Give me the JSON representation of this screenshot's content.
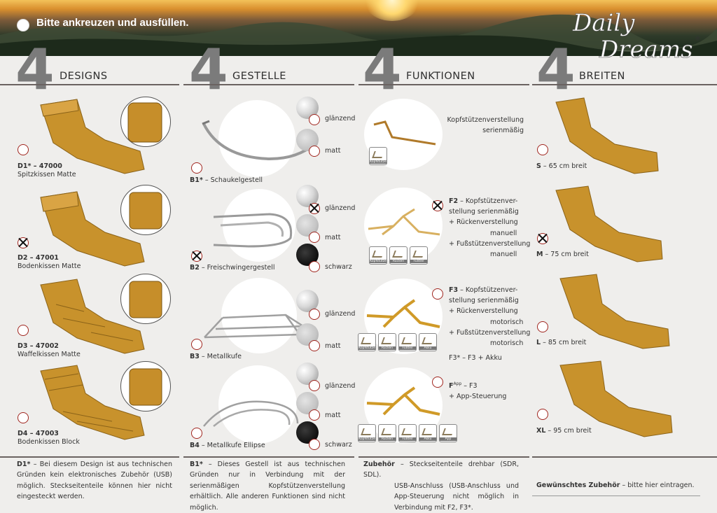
{
  "header": {
    "instruction": "Bitte ankreuzen und ausfüllen.",
    "logo": "Daily Dreams ®"
  },
  "sections": [
    {
      "num": "4",
      "title": "DESIGNS"
    },
    {
      "num": "4",
      "title": "GESTELLE"
    },
    {
      "num": "4",
      "title": "FUNKTIONEN"
    },
    {
      "num": "4",
      "title": "BREITEN"
    }
  ],
  "designs": [
    {
      "code": "D1* – 47000",
      "name": "Spitzkissen Matte",
      "checked": false
    },
    {
      "code": "D2 – 47001",
      "name": "Bodenkissen Matte",
      "checked": true
    },
    {
      "code": "D3 – 47002",
      "name": "Waffelkissen Matte",
      "checked": false
    },
    {
      "code": "D4 – 47003",
      "name": "Bodenkissen Block",
      "checked": false
    }
  ],
  "gestelle": [
    {
      "code": "B1*",
      "name": "– Schaukelgestell",
      "checked": false,
      "finishes": [
        {
          "label": "glänzend",
          "checked": false
        },
        {
          "label": "matt",
          "checked": false
        }
      ]
    },
    {
      "code": "B2",
      "name": "– Freischwingergestell",
      "checked": true,
      "finishes": [
        {
          "label": "glänzend",
          "checked": true
        },
        {
          "label": "matt",
          "checked": false
        },
        {
          "label": "schwarz",
          "checked": false
        }
      ]
    },
    {
      "code": "B3",
      "name": "– Metallkufe",
      "checked": false,
      "finishes": [
        {
          "label": "glänzend",
          "checked": false
        },
        {
          "label": "matt",
          "checked": false
        }
      ]
    },
    {
      "code": "B4",
      "name": "– Metallkufe Ellipse",
      "checked": false,
      "finishes": [
        {
          "label": "glänzend",
          "checked": false
        },
        {
          "label": "matt",
          "checked": false
        },
        {
          "label": "schwarz",
          "checked": false
        }
      ]
    }
  ],
  "funktionen": {
    "f1": {
      "line1": "Kopfstützenverstellung",
      "line2": "serienmäßig",
      "icons": [
        "Kopfstütze"
      ]
    },
    "f2": {
      "code": "F2",
      "checked": true,
      "lines": [
        "– Kopfstützenver-",
        "stellung serienmäßig",
        "+ Rückenverstellung",
        "manuell",
        "+ Fußstützenverstellung",
        "manuell"
      ],
      "icons": [
        "Kopfstütze",
        "Rücken",
        "Fußteil"
      ]
    },
    "f3": {
      "code": "F3",
      "checked": false,
      "lines": [
        "– Kopfstützenver-",
        "stellung serienmäßig",
        "+ Rückenverstellung",
        "motorisch",
        "+ Fußstützenverstellung",
        "motorisch"
      ],
      "extra": "F3* – F3 + Akku",
      "icons": [
        "Kopfstütze",
        "Rücken",
        "Fußteil",
        "Akku"
      ]
    },
    "fapp": {
      "code": "F",
      "sup": "App",
      "line1": "– F3",
      "line2": "+ App-Steuerung",
      "checked": false,
      "icons": [
        "Kopfstütze",
        "Rücken",
        "Fußteil",
        "Akku",
        "App"
      ]
    }
  },
  "breiten": [
    {
      "code": "S",
      "label": "– 65 cm breit",
      "checked": false
    },
    {
      "code": "M",
      "label": "– 75 cm breit",
      "checked": true
    },
    {
      "code": "L",
      "label": "– 85 cm breit",
      "checked": false
    },
    {
      "code": "XL",
      "label": "– 95 cm breit",
      "checked": false
    }
  ],
  "footer": {
    "d1_b": "D1*",
    "d1": " – Bei diesem Design ist aus technischen Gründen kein elektronisches Zubehör (USB) möglich. Steckseitenteile können hier nicht eingesteckt werden.",
    "b1_b": "B1*",
    "b1": " – Dieses Gestell ist aus technischen Gründen nur in Verbindung mit der serienmäßigen Kopfstützenverstellung erhältlich. Alle anderen Funktionen sind nicht möglich.",
    "zub_b": "Zubehör",
    "zub1": " – Steckseitenteile drehbar (SDR, SDL).",
    "zub2": "USB-Anschluss (USB-Anschluss und App-Steuerung nicht möglich in Verbindung mit F2, F3*.",
    "wunsch_b": "Gewünschtes Zubehör",
    "wunsch": " – bitte hier eintragen."
  },
  "colors": {
    "leather": "#c8922c",
    "accent": "#a0261f",
    "rule": "#6a6260"
  }
}
